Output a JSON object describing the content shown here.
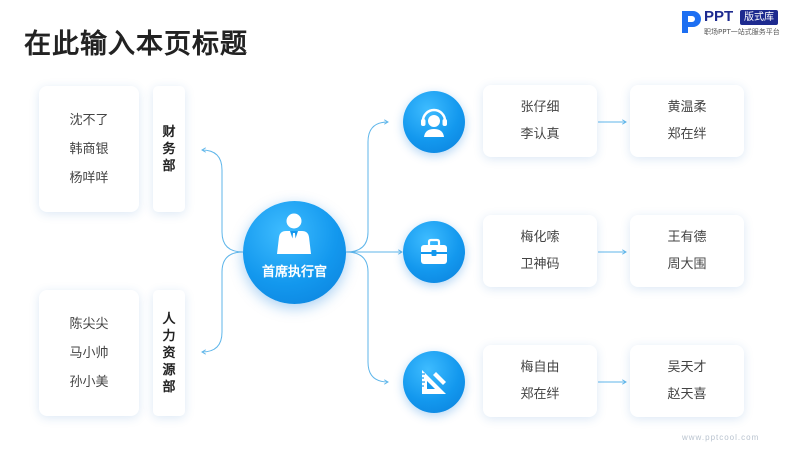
{
  "page": {
    "title": "在此输入本页标题"
  },
  "logo": {
    "brand": "PPT",
    "badge": "版式库",
    "tagline": "职场PPT一站式服务平台"
  },
  "ceo": {
    "label": "首席执行官"
  },
  "departments": [
    {
      "label": "财务部",
      "members": [
        "沈不了",
        "韩商银",
        "杨咩咩"
      ]
    },
    {
      "label": "人力资源部",
      "members": [
        "陈尖尖",
        "马小帅",
        "孙小美"
      ]
    }
  ],
  "branches": [
    {
      "icon": "customer-service-headset-icon",
      "first": [
        "张仔细",
        "李认真"
      ],
      "second": [
        "黄温柔",
        "郑在绊"
      ]
    },
    {
      "icon": "toolbox-icon",
      "first": [
        "梅化嗦",
        "卫神码"
      ],
      "second": [
        "王有德",
        "周大围"
      ]
    },
    {
      "icon": "ruler-triangle-icon",
      "first": [
        "梅自由",
        "郑在绊"
      ],
      "second": [
        "吴天才",
        "赵天喜"
      ]
    }
  ],
  "watermark": "www.pptcool.com",
  "colors": {
    "accent": "#1398ee",
    "connector": "#5fb6ea",
    "brand": "#1d2a8f"
  }
}
